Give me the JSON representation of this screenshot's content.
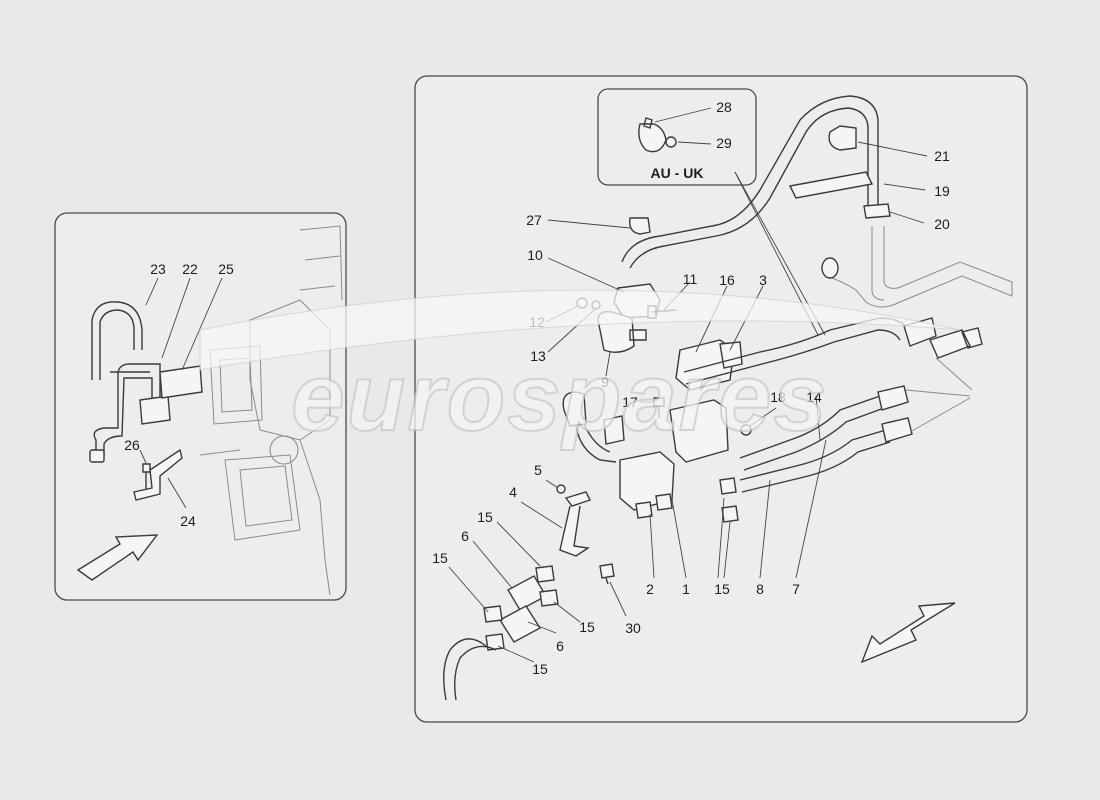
{
  "watermark": "eurospares",
  "inset_region_label": "AU - UK",
  "callouts": {
    "c1": "1",
    "c2": "2",
    "c3": "3",
    "c4": "4",
    "c5": "5",
    "c6a": "6",
    "c6b": "6",
    "c7": "7",
    "c8": "8",
    "c9": "9",
    "c10": "10",
    "c11": "11",
    "c12": "12",
    "c13": "13",
    "c14": "14",
    "c15a": "15",
    "c15b": "15",
    "c15c": "15",
    "c15d": "15",
    "c15e": "15",
    "c16": "16",
    "c17": "17",
    "c18": "18",
    "c19": "19",
    "c20": "20",
    "c21": "21",
    "c22": "22",
    "c23": "23",
    "c24": "24",
    "c25": "25",
    "c26": "26",
    "c27": "27",
    "c28": "28",
    "c29": "29",
    "c30": "30"
  }
}
